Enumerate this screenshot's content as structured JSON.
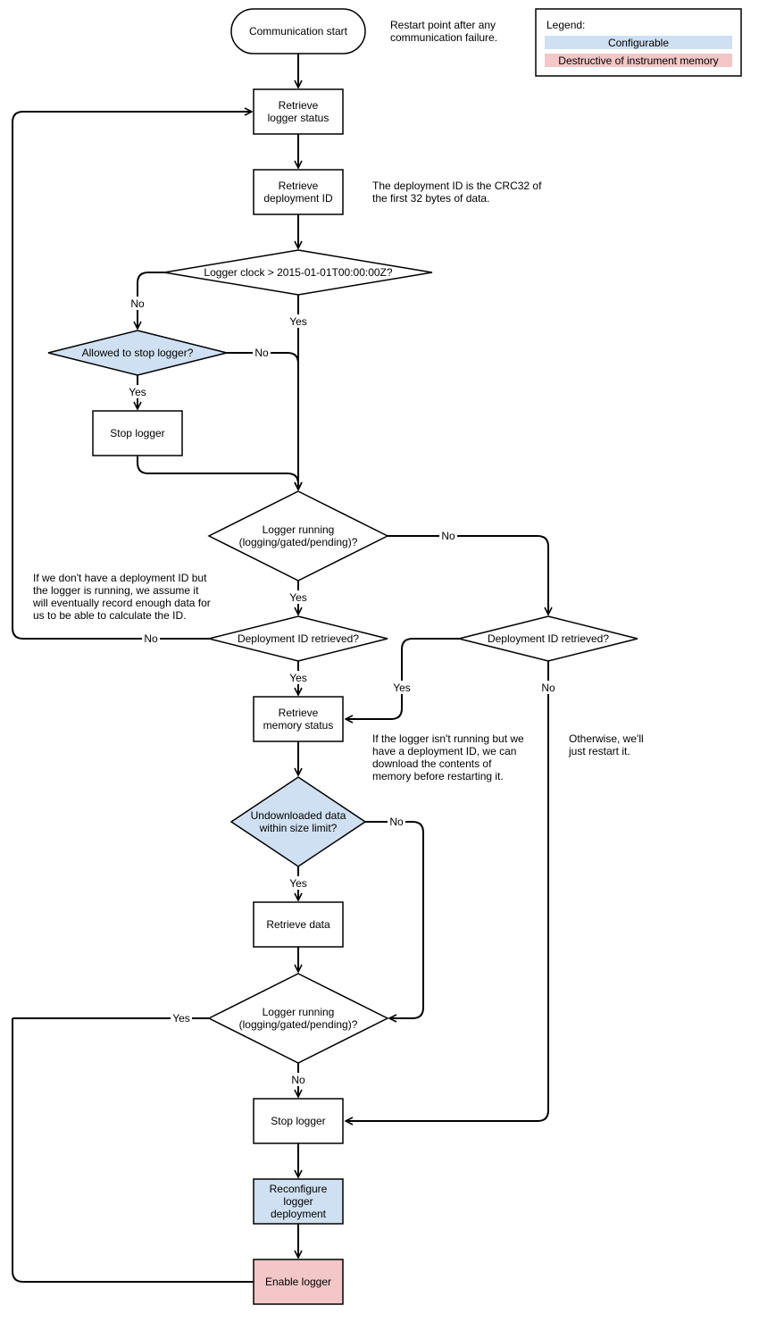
{
  "colors": {
    "configurable": "#cfe0f2",
    "destructive": "#f3c7c7",
    "default_fill": "#ffffff",
    "stroke": "#000000"
  },
  "legend": {
    "title": "Legend:",
    "configurable": "Configurable",
    "destructive": "Destructive of instrument memory"
  },
  "nodes": {
    "start": "Communication start",
    "retrieve_status": [
      "Retrieve",
      "logger status"
    ],
    "retrieve_deployment": [
      "Retrieve",
      "deployment ID"
    ],
    "clock_check": "Logger clock > 2015-01-01T00:00:00Z?",
    "allowed_stop": "Allowed to stop logger?",
    "stop_logger_1": "Stop logger",
    "logger_running_1": [
      "Logger running",
      "(logging/gated/pending)?"
    ],
    "deployment_id_left": "Deployment ID retrieved?",
    "deployment_id_right": "Deployment ID retrieved?",
    "retrieve_memory": [
      "Retrieve",
      "memory status"
    ],
    "undownloaded": [
      "Undownloaded data",
      "within size limit?"
    ],
    "retrieve_data": "Retrieve data",
    "logger_running_2": [
      "Logger running",
      "(logging/gated/pending)?"
    ],
    "stop_logger_2": "Stop logger",
    "reconfigure": [
      "Reconfigure",
      "logger",
      "deployment"
    ],
    "enable": "Enable logger"
  },
  "edge_labels": {
    "clock_no": "No",
    "clock_yes": "Yes",
    "allowed_no": "No",
    "allowed_yes": "Yes",
    "running1_no": "No",
    "running1_yes": "Yes",
    "depid_left_no": "No",
    "depid_left_yes": "Yes",
    "depid_right_yes": "Yes",
    "depid_right_no": "No",
    "undownloaded_no": "No",
    "undownloaded_yes": "Yes",
    "running2_yes": "Yes",
    "running2_no": "No"
  },
  "notes": {
    "restart": [
      "Restart point after any",
      "communication failure."
    ],
    "deployment_crc": [
      "The deployment ID is the CRC32 of",
      "the first 32 bytes of data."
    ],
    "no_deployment": [
      "If we don't have a deployment ID but",
      "the logger is running, we assume it",
      "will eventually record enough data for",
      "us to be able to calculate the ID."
    ],
    "not_running": [
      "If the logger isn't running but we",
      "have a deployment ID, we can",
      "download the contents of",
      "memory before restarting it."
    ],
    "otherwise": [
      "Otherwise, we'll",
      "just restart it."
    ]
  }
}
